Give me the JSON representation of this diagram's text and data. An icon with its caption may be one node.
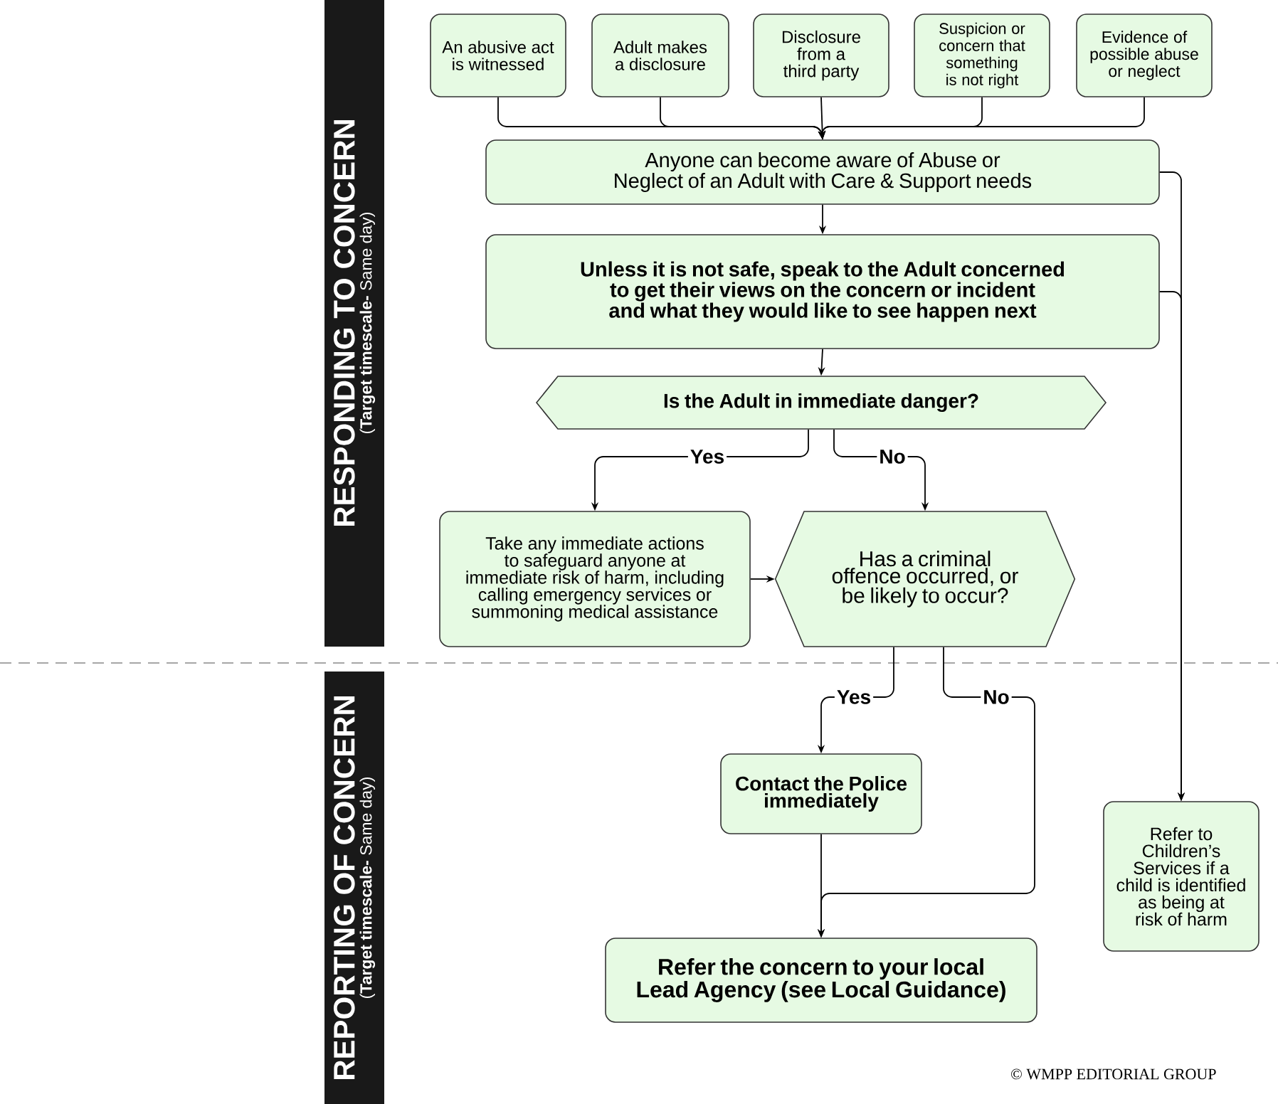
{
  "diagram": {
    "nodes": [
      {
        "text": [
          "RESPONDING TO CONCERN",
          "(**Target timescale-** Same day)"
        ]
      },
      {
        "text": [
          "REPORTING OF CONCERN",
          "(**Target timescale-** Same day)"
        ]
      },
      {
        "text": [
          "An abusive act is witnessed"
        ]
      },
      {
        "text": [
          "Adult makes a disclosure"
        ]
      },
      {
        "text": [
          "Disclosure from a third party"
        ]
      },
      {
        "text": [
          "Suspicion or concern that something is not right"
        ]
      },
      {
        "text": [
          "Evidence of possible abuse or neglect"
        ]
      },
      {
        "text": [
          "Anyone can become aware of Abuse or Neglect of an Adult with Care & Support needs"
        ]
      },
      {
        "text": [
          "Unless it is not safe, speak to the Adult concerned to get their views on the concern or incident and what they would like to see happen next"
        ]
      },
      {
        "text": [
          "Is the Adult in immediate danger?"
        ]
      },
      {
        "text": [
          "Take any immediate actions to safeguard anyone at immediate risk of harm, including calling emergency services or summoning medical assistance"
        ]
      },
      {
        "text": [
          "Has a criminal offence occurred, or be likely to occur?"
        ]
      },
      {
        "text": [
          "Contact the Police immediately"
        ]
      },
      {
        "text": [
          "Refer the concern to your local Lead Agency (see Local Guidance)"
        ]
      },
      {
        "text": [
          "Refer to Children’s Services if a child is identified as being at risk of harm"
        ]
      }
    ],
    "edges": [
      {
        "from": 2,
        "to": 7,
        "arrow": "to"
      },
      {
        "from": 3,
        "to": 7,
        "arrow": "to"
      },
      {
        "from": 4,
        "to": 7,
        "arrow": "to"
      },
      {
        "from": 5,
        "to": 7,
        "arrow": "to"
      },
      {
        "from": 6,
        "to": 7,
        "arrow": "to"
      },
      {
        "from": 7,
        "to": 8,
        "arrow": "to"
      },
      {
        "from": 7,
        "to": 14,
        "arrow": "to"
      },
      {
        "from": 8,
        "to": 14,
        "arrow": "to"
      },
      {
        "from": 8,
        "to": 9,
        "arrow": "to"
      },
      {
        "from": 9,
        "to": 10,
        "arrow": "to",
        "label": "Yes"
      },
      {
        "from": 9,
        "to": 11,
        "arrow": "to",
        "label": "No"
      },
      {
        "from": 10,
        "to": 11,
        "arrow": "to"
      },
      {
        "from": 11,
        "to": 12,
        "arrow": "to",
        "label": "Yes"
      },
      {
        "from": 11,
        "to": 13,
        "arrow": "to",
        "label": "No"
      },
      {
        "from": 12,
        "to": 13,
        "arrow": "to"
      }
    ],
    "labels": [
      "© WMPP EDITORIAL GROUP"
    ]
  }
}
